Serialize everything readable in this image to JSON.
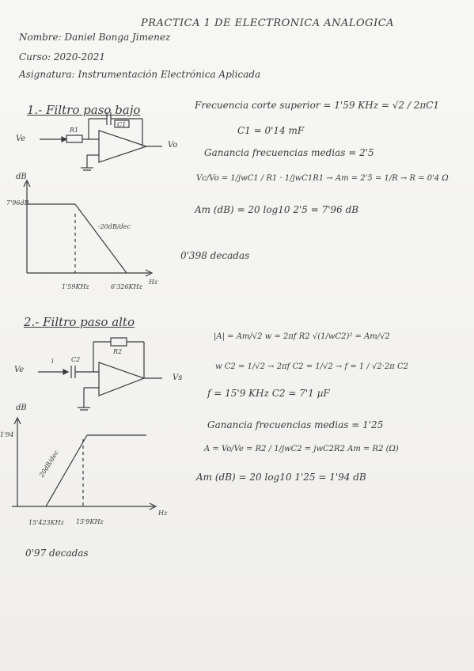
{
  "header": {
    "title": "PRACTICA 1 DE ELECTRONICA ANALOGICA",
    "name": "Nombre: Daniel Bonga Jimenez",
    "course": "Curso: 2020-2021",
    "subject": "Asignatura: Instrumentación Electrónica Aplicada"
  },
  "section1": {
    "title": "1.- Filtro paso bajo",
    "circuit": {
      "input": "Ve",
      "output": "Vo",
      "r1": "R1",
      "c1": "C1"
    },
    "eq1": "Frecuencia corte superior = 1'59 KHz = √2 / 2πC1",
    "eq2": "C1 = 0'14 mF",
    "eq3": "Ganancia frecuencias medias = 2'5",
    "eq4": "Vc/Vo = 1/jwC1 / R1 · 1/jwC1R1 → Am = 2'5 = 1/R → R = 0'4 Ω",
    "eq5": "Am (dB) = 20 log10 2'5 = 7'96 dB",
    "decades": "0'398 decadas",
    "plot": {
      "ylabel": "dB",
      "ytick": "7'96dB",
      "slope": "-20dB/dec",
      "x1": "1'59KHz",
      "x2": "6'326KHz",
      "xlabel": "Hz"
    }
  },
  "section2": {
    "title": "2.- Filtro paso alto",
    "circuit": {
      "input": "Ve",
      "output": "Vs",
      "r2": "R2",
      "c2": "C2",
      "current": "i"
    },
    "eq1": "|A| = Am/√2   w = 2πf   R2 √(1/wC2)² = Am/√2",
    "eq2": "w C2 = 1/√2 → 2πf C2 = 1/√2 → f = 1 / √2·2π C2",
    "eq3": "f = 15'9 KHz   C2 = 7'1 µF",
    "eq4": "Ganancia frecuencias medias = 1'25",
    "eq5": "A = Vo/Ve = R2 / 1/jwC2 = jwC2R2   Am = R2 (Ω)",
    "eq6": "Am (dB) = 20 log10 1'25 = 1'94 dB",
    "decades": "0'97 decadas",
    "plot": {
      "ylabel": "dB",
      "ytick": "1'94",
      "slope": "20dB/dec",
      "x1": "15'423KHz",
      "x2": "15'9KHz",
      "xlabel": "Hz"
    }
  }
}
